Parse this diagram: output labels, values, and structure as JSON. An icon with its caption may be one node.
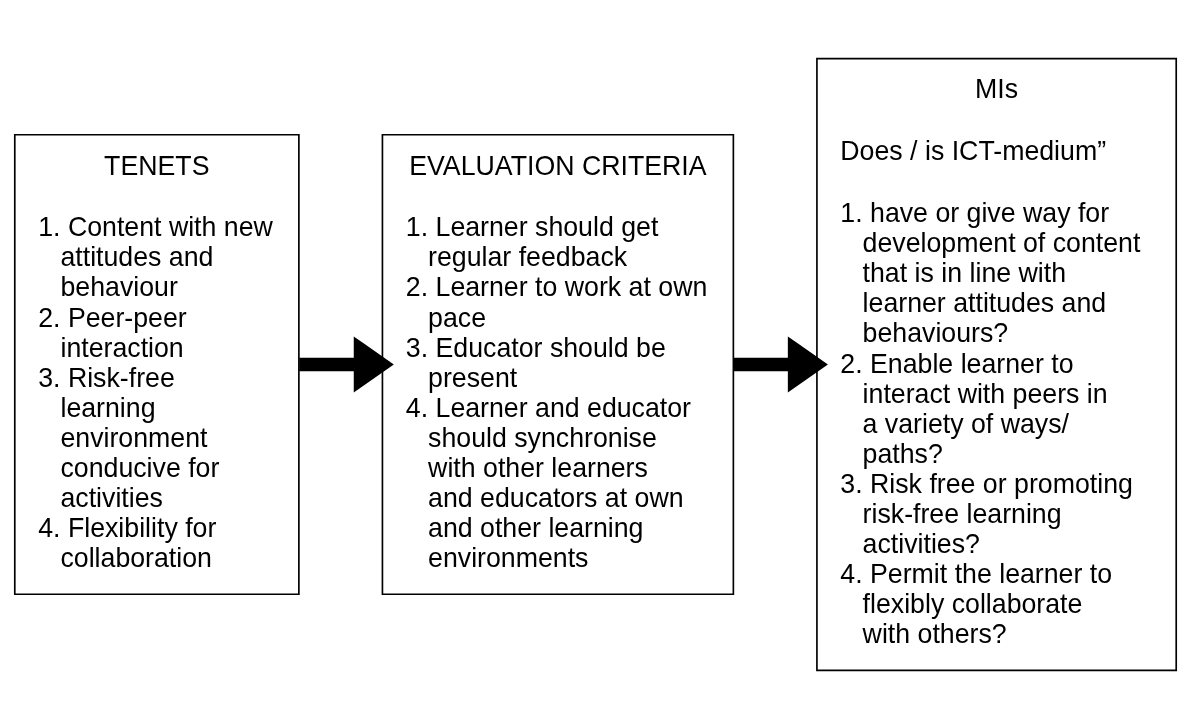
{
  "diagram": {
    "nodes": [
      {
        "text": [
          "TENETS",
          "1. Content with new attitudes and behaviour",
          "2. Peer-peer interaction",
          "3. Risk-free learning environment conducive for activities",
          "4. Flexibility for collaboration"
        ]
      },
      {
        "text": [
          "EVALUATION CRITERIA",
          "1. Learner should get regular feedback",
          "2. Learner to work at own pace",
          "3. Educator should be present",
          "4. Learner and educator should synchronise with other learners and educators at own and other learning environments"
        ]
      },
      {
        "text": [
          "MIs",
          "Does / is ICT-medium”",
          "1. have or give way for development of content that is in line with learner attitudes and behaviours?",
          "2. Enable learner to interact with peers in a variety of ways/ paths?",
          "3. Risk free or promoting risk-free learning activities?",
          "4. Permit the learner to flexibly collaborate with others?"
        ]
      }
    ],
    "edges": [
      {
        "from": 0,
        "to": 1,
        "arrow": "to"
      },
      {
        "from": 1,
        "to": 2,
        "arrow": "to"
      }
    ]
  }
}
